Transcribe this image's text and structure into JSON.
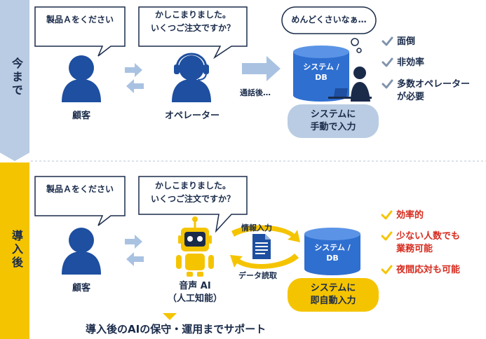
{
  "before": {
    "label": "今まで",
    "customer_bubble": "製品Ａをください",
    "operator_bubble_line1": "かしこまりました。",
    "operator_bubble_line2": "いくつご注文ですか？",
    "customer_label": "顧客",
    "operator_label": "オペレーター",
    "call_after": "通話後…",
    "thought": "めんどくさいなぁ…",
    "db_line1": "システム /",
    "db_line2": "DB",
    "pill_line1": "システムに",
    "pill_line2": "手動で入力",
    "checks": [
      "面倒",
      "非効率",
      "多数オペレーター",
      "が必要"
    ]
  },
  "after": {
    "label": "導入後",
    "customer_bubble": "製品Ａをください",
    "ai_bubble_line1": "かしこまりました。",
    "ai_bubble_line2": "いくつご注文ですか？",
    "customer_label": "顧客",
    "ai_label_line1": "音声 AI",
    "ai_label_line2": "（人工知能）",
    "info_input": "情報入力",
    "data_read": "データ読取",
    "db_line1": "システム /",
    "db_line2": "DB",
    "pill_line1": "システムに",
    "pill_line2": "即自動入力",
    "checks": [
      "効率的",
      "少ない人数でも",
      "業務可能",
      "夜間応対も可能"
    ],
    "support": "導入後のAIの保守・運用までサポート"
  },
  "colors": {
    "navy": "#1a2b4a",
    "blue_person": "#1e4fa0",
    "db_blue": "#2f6fd0",
    "pale_blue": "#b9cce3",
    "arrow_blue": "#a9c2e2",
    "yellow": "#f5c400",
    "benefit_red": "#d62b1e",
    "gray_check": "#7f93ad"
  }
}
